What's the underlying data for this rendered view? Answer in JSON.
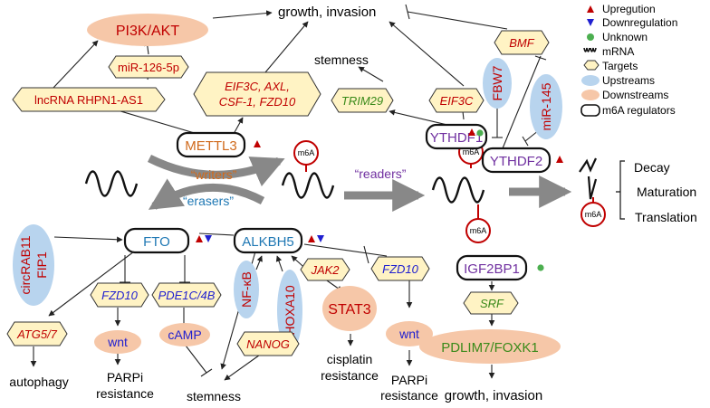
{
  "colors": {
    "up": "#c00000",
    "down": "#2020d0",
    "unknown": "#4caf50",
    "target_fill": "#fff3c4",
    "upstream_fill": "#b8d4ee",
    "downstream_fill": "#f6c7a8",
    "writer_text": "#d06a1c",
    "eraser_text": "#1f78b4",
    "reader_text": "#7030a0",
    "green_text": "#3a8a1a"
  },
  "legend": {
    "upregulation": "Upregution",
    "downregulation": "Downregulation",
    "unknown": "Unknown",
    "mrna": "mRNA",
    "targets": "Targets",
    "upstreams": "Upstreams",
    "downstreams": "Downstreams",
    "m6a_regulators": "m6A regulators"
  },
  "top": {
    "growth_invasion": "growth, invasion",
    "pi3k_akt": "PI3K/AKT",
    "mir126": "miR-126-5p",
    "lncrna": "lncRNA RHPN1-AS1",
    "eif3c_line1": "EIF3C, AXL,",
    "eif3c_line2": "CSF-1, FZD10",
    "stemness": "stemness",
    "trim29": "TRIM29",
    "eif3c": "EIF3C",
    "bmf": "BMF",
    "fbw7": "FBW7",
    "mir145": "miR-145"
  },
  "regulators": {
    "mettl3": "METTL3",
    "fto": "FTO",
    "alkbh5": "ALKBH5",
    "ythdf1": "YTHDF1",
    "ythdf2": "YTHDF2",
    "igf2bp1": "IGF2BP1"
  },
  "labels": {
    "writers": "“writers”",
    "erasers": "“erasers”",
    "readers": "“readers”",
    "m6a": "m6A",
    "decay": "Decay",
    "maturation": "Maturation",
    "translation": "Translation"
  },
  "fto_branch": {
    "circrab11": "circRAB11",
    "fip1": "FIP1",
    "atg57": "ATG5/7",
    "autophagy": "autophagy",
    "fzd10": "FZD10",
    "wnt": "wnt",
    "parpi": "PARPi",
    "resistance": "resistance",
    "pde1c": "PDE1C/4B",
    "camp": "cAMP",
    "stemness": "stemness"
  },
  "alkbh5_branch": {
    "nfkb": "NF-κB",
    "hoxa10": "HOXA10",
    "nanog": "NANOG",
    "jak2": "JAK2",
    "stat3": "STAT3",
    "cisplatin": "cisplatin",
    "resistance": "resistance",
    "fzd10": "FZD10",
    "wnt": "wnt",
    "parpi": "PARPi",
    "resistance2": "resistance"
  },
  "igf_branch": {
    "srf": "SRF",
    "pdlim7": "PDLIM7/FOXK1",
    "growth_invasion": "growth, invasion"
  }
}
